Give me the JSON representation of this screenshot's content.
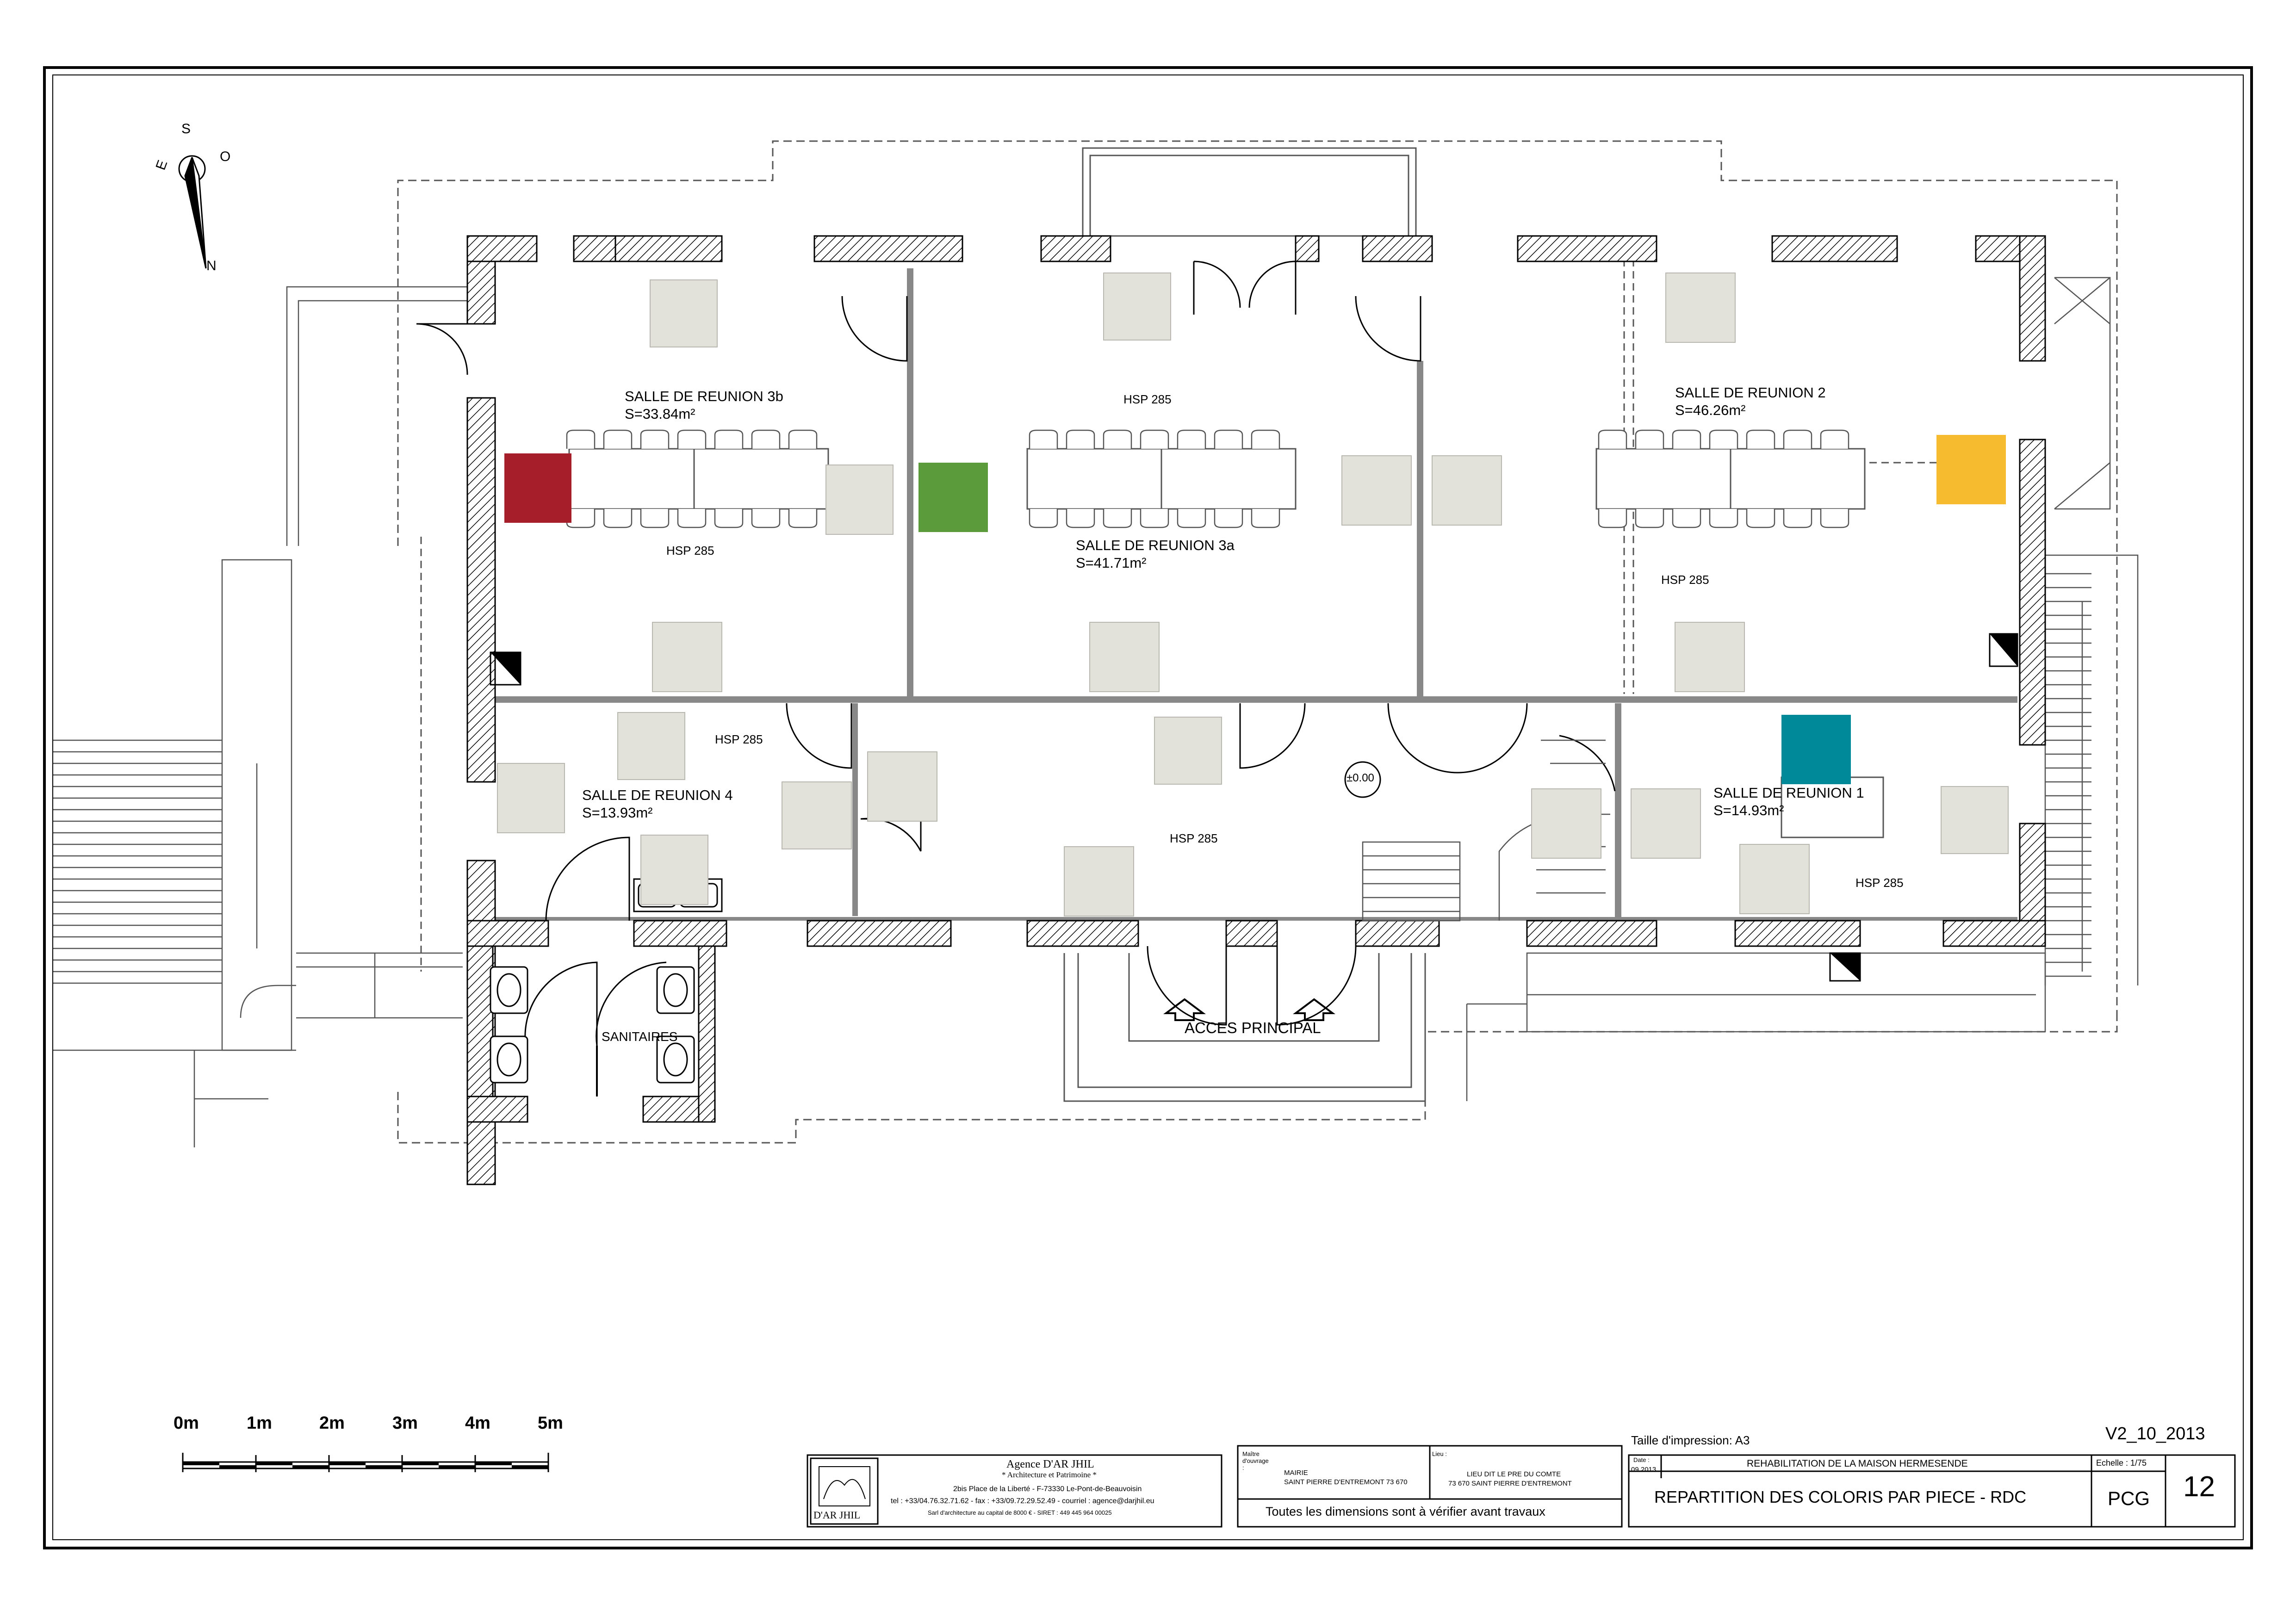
{
  "compass": {
    "letters": [
      "S",
      "E",
      "O",
      "N"
    ]
  },
  "rooms": [
    {
      "name": "SALLE DE REUNION 3b",
      "area": "S=33.84m²"
    },
    {
      "name": "SALLE DE REUNION 3a",
      "area": "S=41.71m²"
    },
    {
      "name": "SALLE DE REUNION 2",
      "area": "S=46.26m²"
    },
    {
      "name": "SALLE DE REUNION 4",
      "area": "S=13.93m²"
    },
    {
      "name": "SALLE DE REUNION 1",
      "area": "S=14.93m²"
    }
  ],
  "hsp_label": "HSP 285",
  "sanitaires": "SANITAIRES",
  "acces_principal": "ACCES PRINCIPAL",
  "level_mark": "±0.00",
  "color_swatches": [
    {
      "room": "SALLE DE REUNION 3b",
      "color": "#A61E2A"
    },
    {
      "room": "SALLE DE REUNION 3a",
      "color": "#5B9B3C"
    },
    {
      "room": "SALLE DE REUNION 2",
      "color": "#F7BB2F"
    },
    {
      "room": "SALLE DE REUNION 1",
      "color": "#008A99"
    }
  ],
  "swatch_neutral_color": "#E2E2DA",
  "scale_bar": {
    "labels": [
      "0m",
      "1m",
      "2m",
      "3m",
      "4m",
      "5m"
    ]
  },
  "title_block": {
    "agency_name": "Agence D'AR JHIL",
    "agency_sub": "* Architecture et Patrimoine *",
    "agency_logo_text": "D'AR JHIL",
    "agency_address": "2bis Place de la Liberté - F-73330 Le-Pont-de-Beauvoisin",
    "agency_contact": "tel : +33/04.76.32.71.62 - fax : +33/09.72.29.52.49 - courriel : agence@darjhil.eu",
    "agency_legal": "Sarl d'architecture au capital de 8000 € - SIRET : 449 445 964 00025",
    "maitre_label": "Maître d'ouvrage :",
    "maitre_value1": "MAIRIE",
    "maitre_value2": "SAINT PIERRE D'ENTREMONT 73 670",
    "lieu_label": "Lieu :",
    "lieu_value1": "LIEU DIT LE PRE DU COMTE",
    "lieu_value2": "73 670 SAINT PIERRE D'ENTREMONT",
    "dimensions_note": "Toutes les dimensions sont à vérifier avant travaux",
    "print_size": "Taille d'impression: A3",
    "version": "V2_10_2013",
    "date_label": "Date :",
    "date_value": "09.2013",
    "project": "REHABILITATION DE LA MAISON HERMESENDE",
    "scale_label": "Echelle : 1/75",
    "drawing_title": "REPARTITION DES COLORIS PAR PIECE - RDC",
    "phase": "PCG",
    "sheet_number": "12"
  }
}
